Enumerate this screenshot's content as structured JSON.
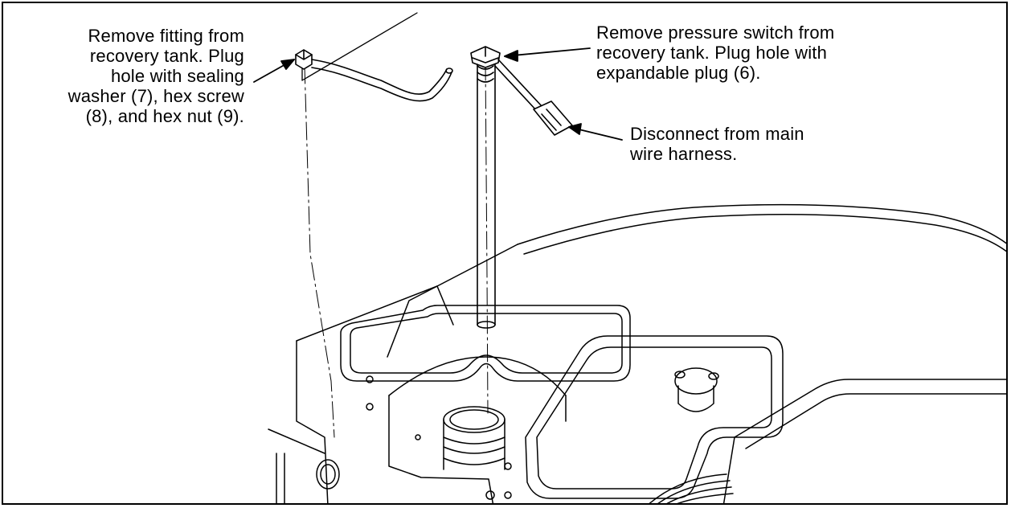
{
  "callouts": {
    "fitting": {
      "lines": [
        "Remove fitting from",
        "recovery tank. Plug",
        "hole with sealing",
        "washer (7), hex screw",
        "(8), and hex nut (9)."
      ]
    },
    "pressure_switch": {
      "lines": [
        "Remove pressure switch from",
        "recovery tank. Plug hole with",
        "expandable plug (6)."
      ]
    },
    "harness": {
      "lines": [
        "Disconnect from main",
        "wire harness."
      ]
    }
  },
  "colors": {
    "line": "#000000",
    "background": "#ffffff"
  }
}
